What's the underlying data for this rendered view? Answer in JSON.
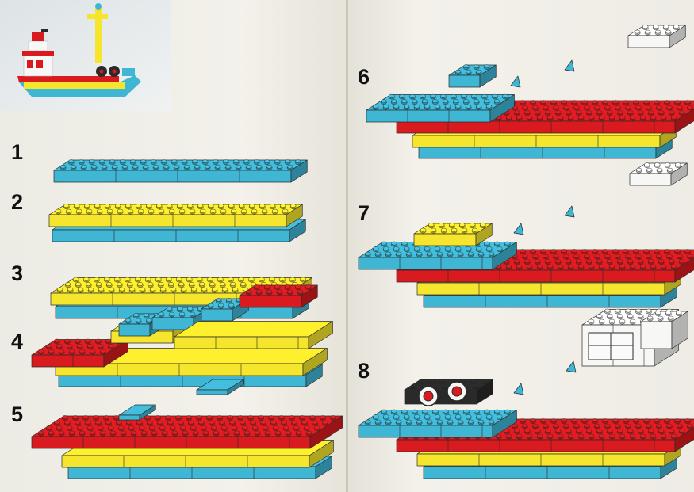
{
  "steps": [
    {
      "number": "1"
    },
    {
      "number": "2"
    },
    {
      "number": "3"
    },
    {
      "number": "4"
    },
    {
      "number": "5"
    },
    {
      "number": "6"
    },
    {
      "number": "7"
    },
    {
      "number": "8"
    }
  ],
  "colors": {
    "brick_blue": "#3fb6d4",
    "brick_yellow": "#f5e52c",
    "brick_red": "#d91a1f",
    "brick_white": "#f7f7f5",
    "brick_black": "#2a2a2a",
    "paper": "#f1efe8",
    "ink": "#111111"
  }
}
